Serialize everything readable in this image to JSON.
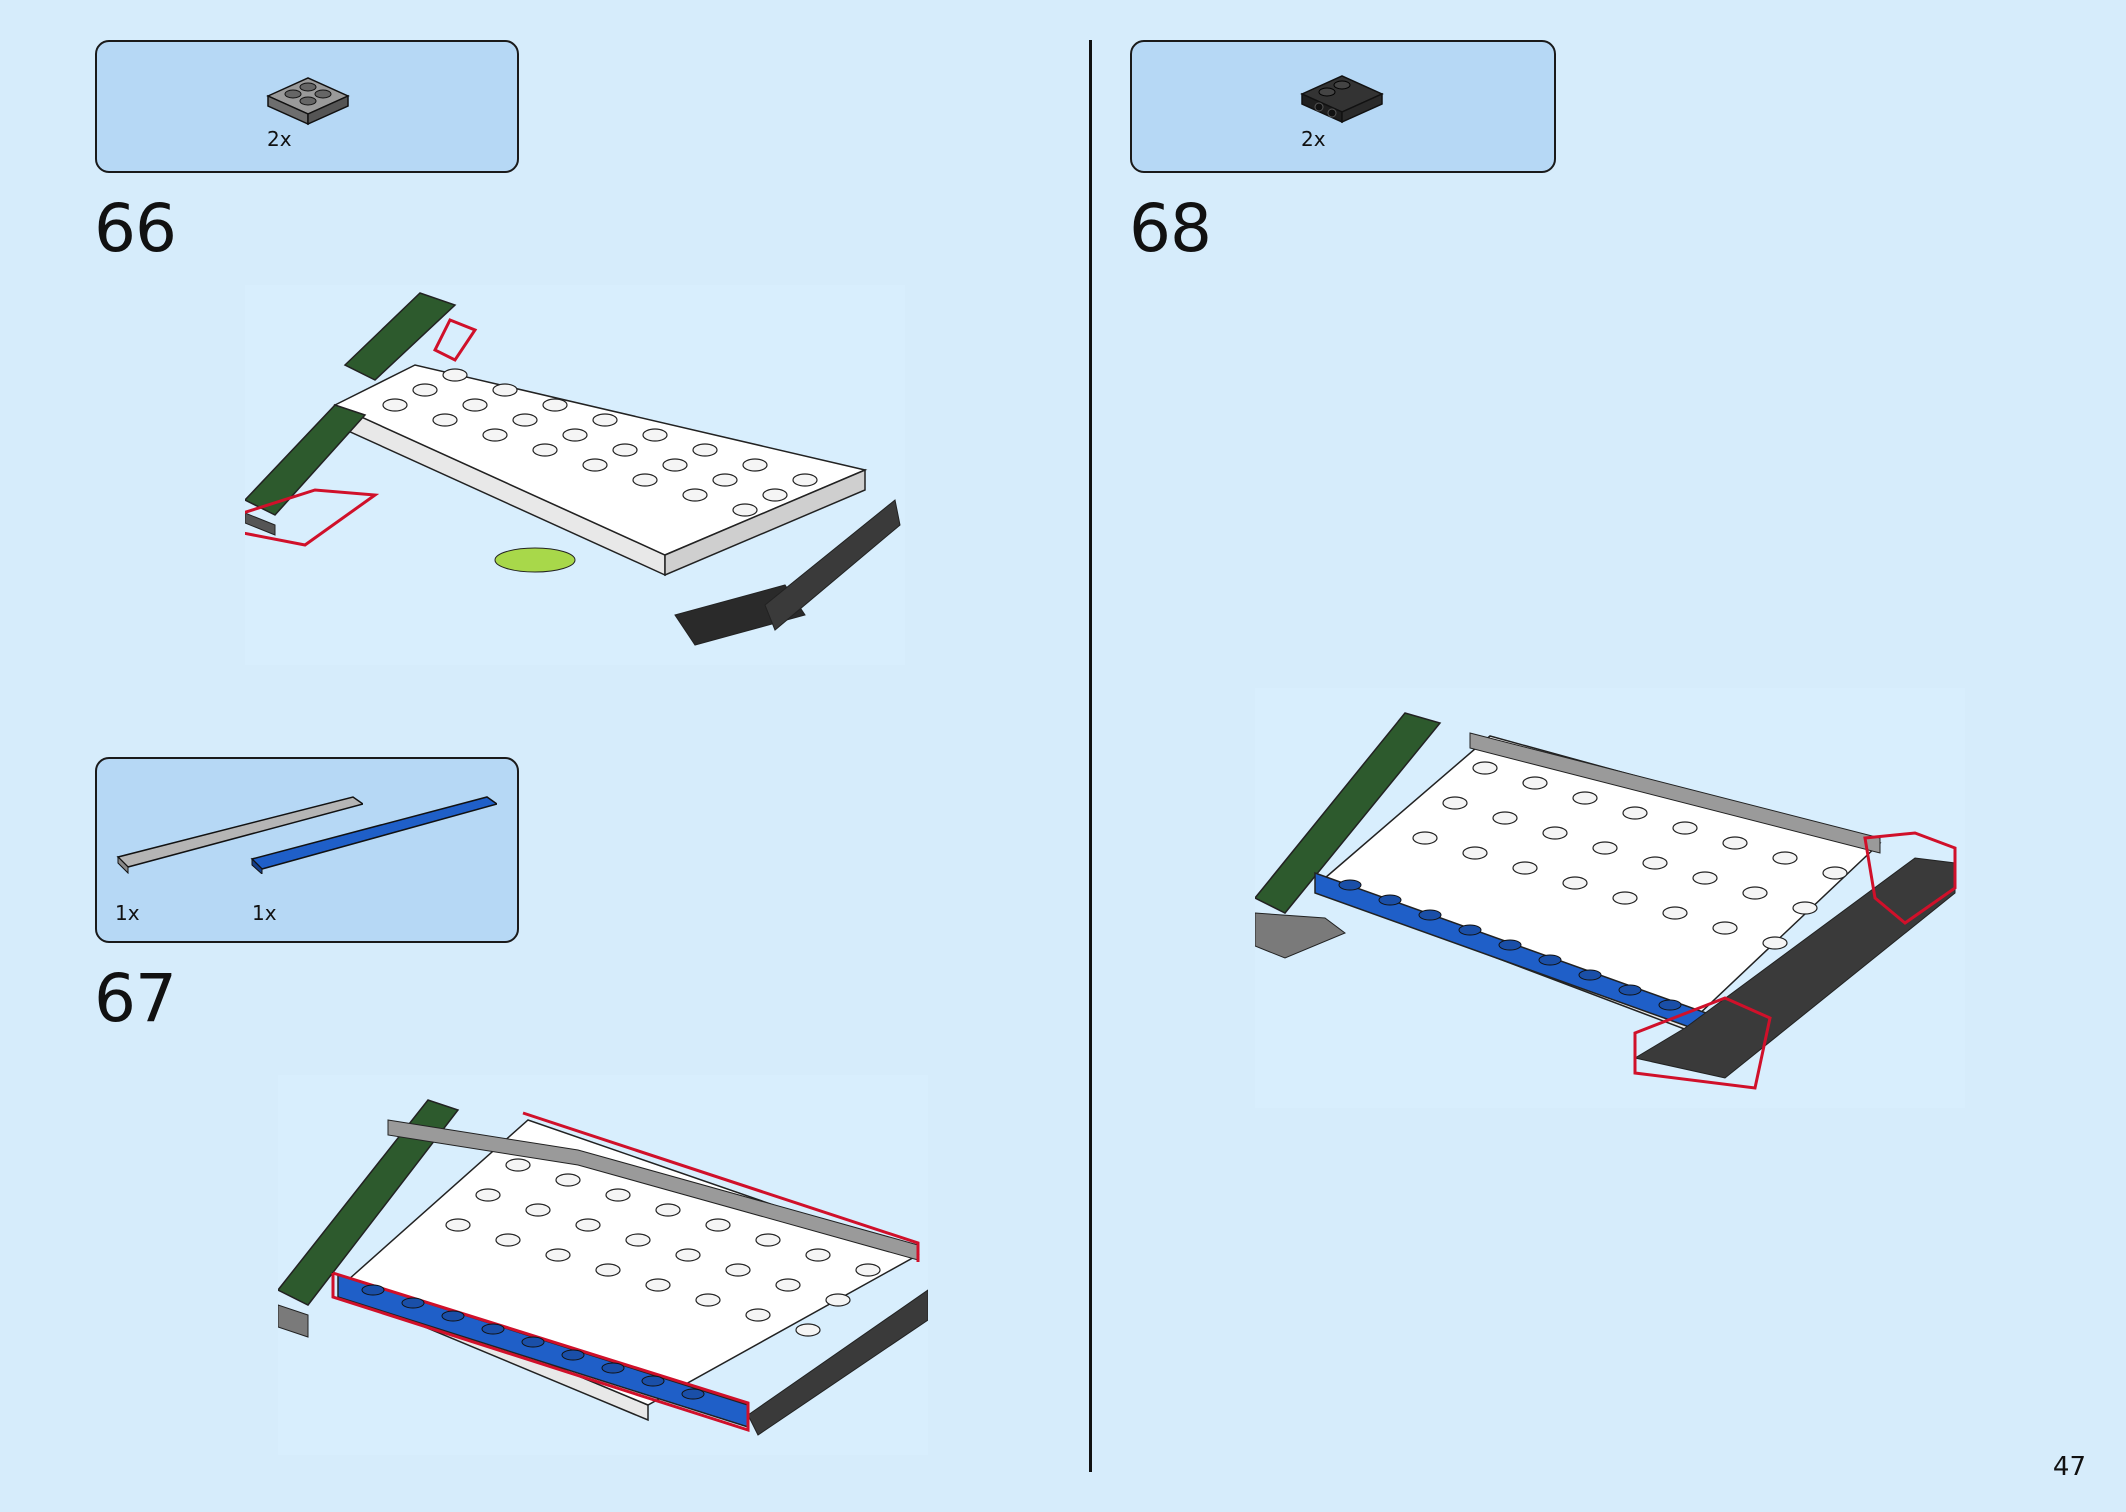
{
  "page": {
    "number": "47",
    "background_color": "#d6ecfb",
    "parts_box_color": "#b6d8f5"
  },
  "steps": [
    {
      "number": "66",
      "parts": [
        {
          "quantity": "2x",
          "icon": "gray-2x2-plate-icon",
          "color": "#8a8a8a"
        }
      ]
    },
    {
      "number": "67",
      "parts": [
        {
          "quantity": "1x",
          "icon": "light-gray-1x10-plate-icon",
          "color": "#b5b5b5"
        },
        {
          "quantity": "1x",
          "icon": "blue-1x10-plate-icon",
          "color": "#1f5fc8"
        }
      ]
    },
    {
      "number": "68",
      "parts": [
        {
          "quantity": "2x",
          "icon": "black-bracket-plate-icon",
          "color": "#2a2a2a"
        }
      ]
    }
  ],
  "colors": {
    "white_plate": "#ffffff",
    "dark_green": "#2d5a2d",
    "dark_gray": "#3a3a3a",
    "gray": "#8a8a8a",
    "blue": "#1f5fc8",
    "lime": "#a8d84a",
    "highlight": "#d0102a"
  }
}
